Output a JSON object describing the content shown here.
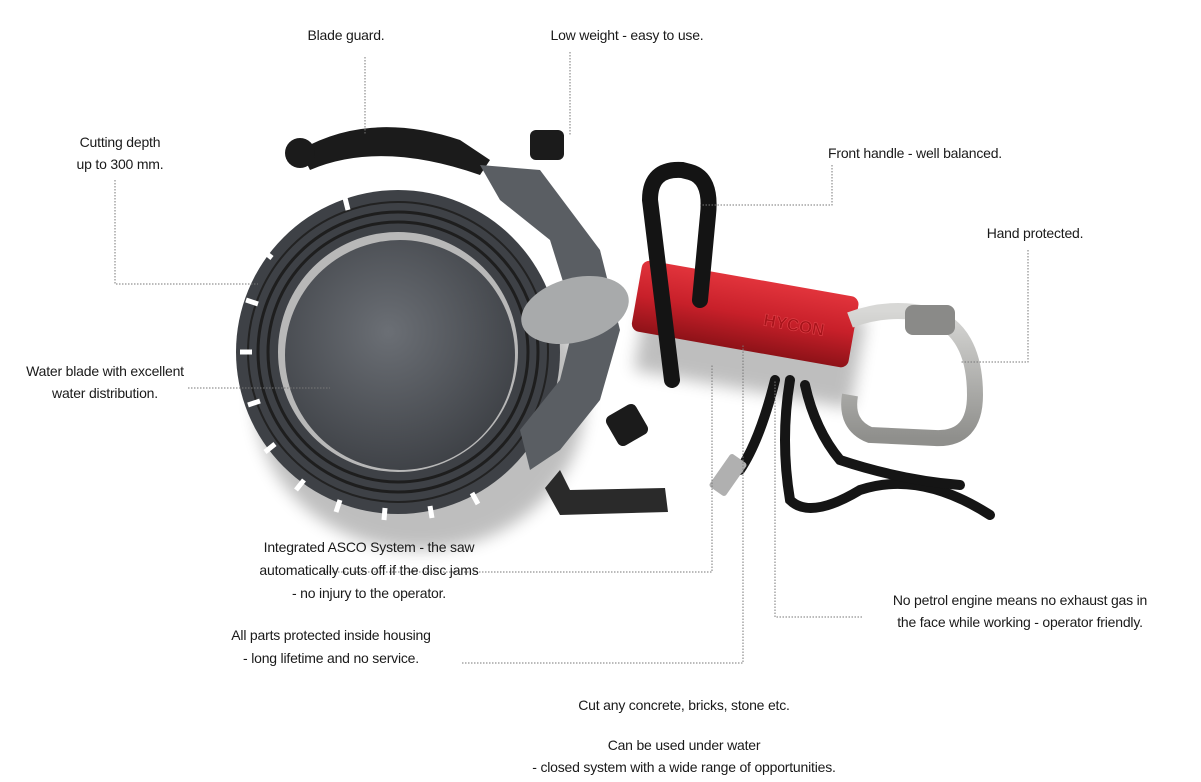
{
  "callouts": {
    "blade_guard": "Blade guard.",
    "low_weight": "Low weight - easy to use.",
    "cutting_depth": [
      "Cutting depth",
      "up to 300 mm."
    ],
    "front_handle": "Front handle - well balanced.",
    "hand_protected": "Hand protected.",
    "water_blade": [
      "Water blade with excellent",
      "water distribution."
    ],
    "asco": [
      "Integrated ASCO System - the saw",
      "automatically cuts off if the disc jams",
      "- no injury to the operator."
    ],
    "all_parts": [
      "All parts protected inside housing",
      "- long lifetime and no service."
    ],
    "no_petrol": [
      "No petrol engine means no exhaust gas in",
      "the face while working - operator friendly."
    ],
    "cut_any": "Cut any concrete, bricks, stone etc.",
    "under_water": [
      "Can be used under water",
      "- closed system with a wide range of opportunities."
    ]
  },
  "product": {
    "brand_logo": "HYCON"
  },
  "colors": {
    "body_red": "#c8202a",
    "blade_gray": "#4a4d52",
    "leader": "#777777"
  }
}
